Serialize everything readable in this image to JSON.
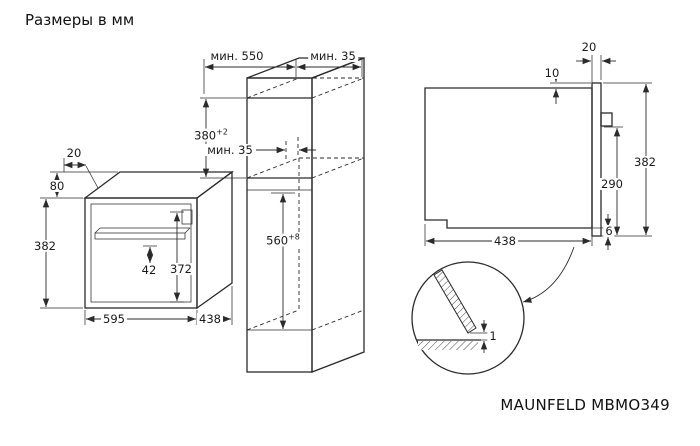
{
  "title": "Размеры в мм",
  "model": "MAUNFELD MBMO349",
  "colors": {
    "line": "#2b2b2b",
    "text": "#1a1a1a",
    "background": "#ffffff"
  },
  "oven_view": {
    "top_offset": "20",
    "panel_height": "80",
    "height": "382",
    "handle_gap": "42",
    "door_height": "372",
    "width": "595",
    "depth": "438"
  },
  "cabinet_view": {
    "depth_min": "мин. 550",
    "back_gap_min": "мин. 35",
    "niche_height": "380",
    "niche_height_tol": "+2",
    "vent_gap_min": "мин. 35",
    "niche_width": "560",
    "niche_width_tol": "+8"
  },
  "side_view": {
    "front_offset": "20",
    "top_gap": "10",
    "height": "382",
    "door_span": "290",
    "depth": "438",
    "bottom_gap": "6"
  },
  "detail_view": {
    "bottom_clearance": "1"
  }
}
